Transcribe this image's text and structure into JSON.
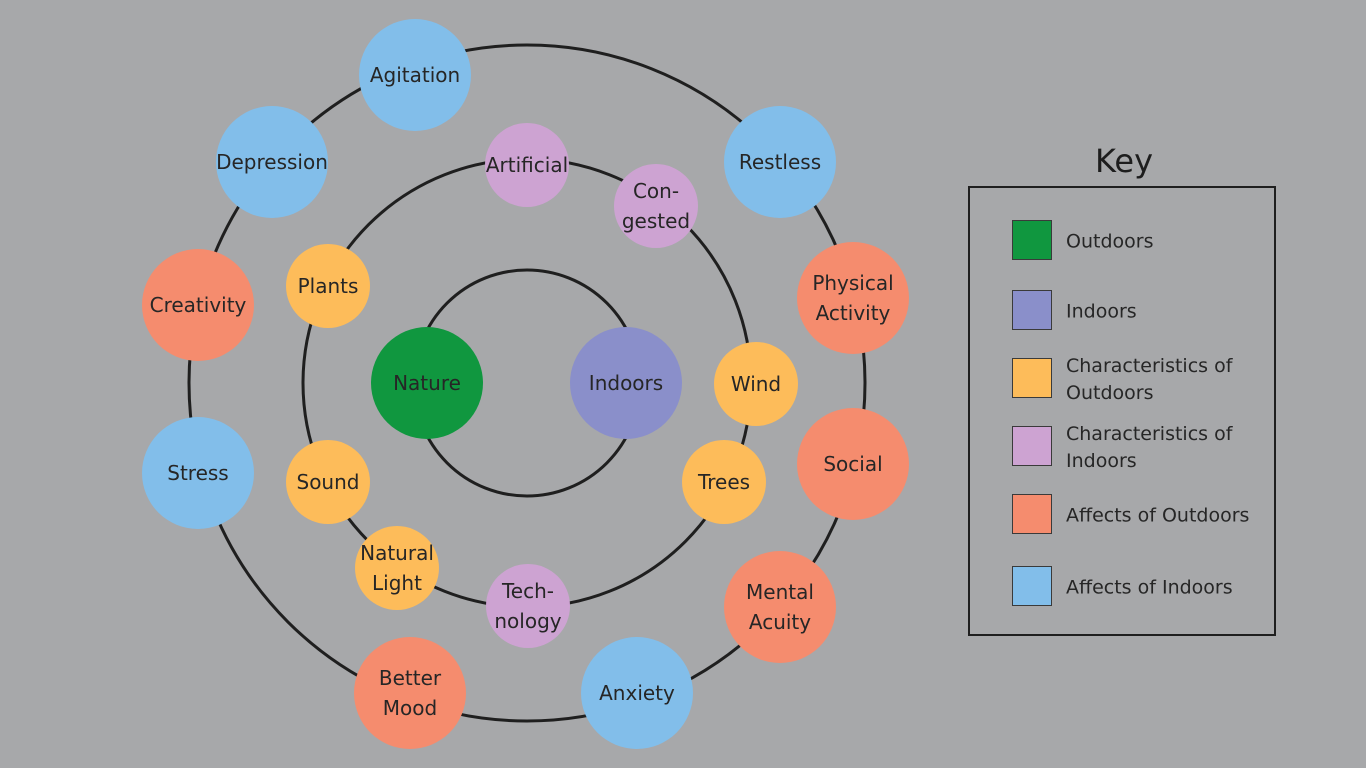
{
  "key": {
    "title": "Key",
    "items": [
      {
        "label": "Outdoors",
        "color": "#10973f"
      },
      {
        "label": "Indoors",
        "color": "#8a8fca"
      },
      {
        "label": "Characteristics of\nOutdoors",
        "color": "#fdbc5a"
      },
      {
        "label": "Characteristics of\nIndoors",
        "color": "#cda3d2"
      },
      {
        "label": "Affects of Outdoors",
        "color": "#f58c6e"
      },
      {
        "label": "Affects of Indoors",
        "color": "#82beea"
      }
    ]
  },
  "center_nodes": [
    {
      "label": "Nature",
      "category": 0
    },
    {
      "label": "Indoors",
      "category": 1
    }
  ],
  "middle_ring_nodes": [
    {
      "label": "Artificial",
      "category": 3
    },
    {
      "label": "Con-\ngested",
      "category": 3
    },
    {
      "label": "Plants",
      "category": 2
    },
    {
      "label": "Wind",
      "category": 2
    },
    {
      "label": "Sound",
      "category": 2
    },
    {
      "label": "Trees",
      "category": 2
    },
    {
      "label": "Natural\nLight",
      "category": 2
    },
    {
      "label": "Tech-\nnology",
      "category": 3
    }
  ],
  "outer_ring_nodes": [
    {
      "label": "Agitation",
      "category": 5
    },
    {
      "label": "Depression",
      "category": 5
    },
    {
      "label": "Restless",
      "category": 5
    },
    {
      "label": "Creativity",
      "category": 4
    },
    {
      "label": "Physical\nActivity",
      "category": 4
    },
    {
      "label": "Stress",
      "category": 5
    },
    {
      "label": "Social",
      "category": 4
    },
    {
      "label": "Mental\nAcuity",
      "category": 4
    },
    {
      "label": "Better\nMood",
      "category": 4
    },
    {
      "label": "Anxiety",
      "category": 5
    }
  ]
}
